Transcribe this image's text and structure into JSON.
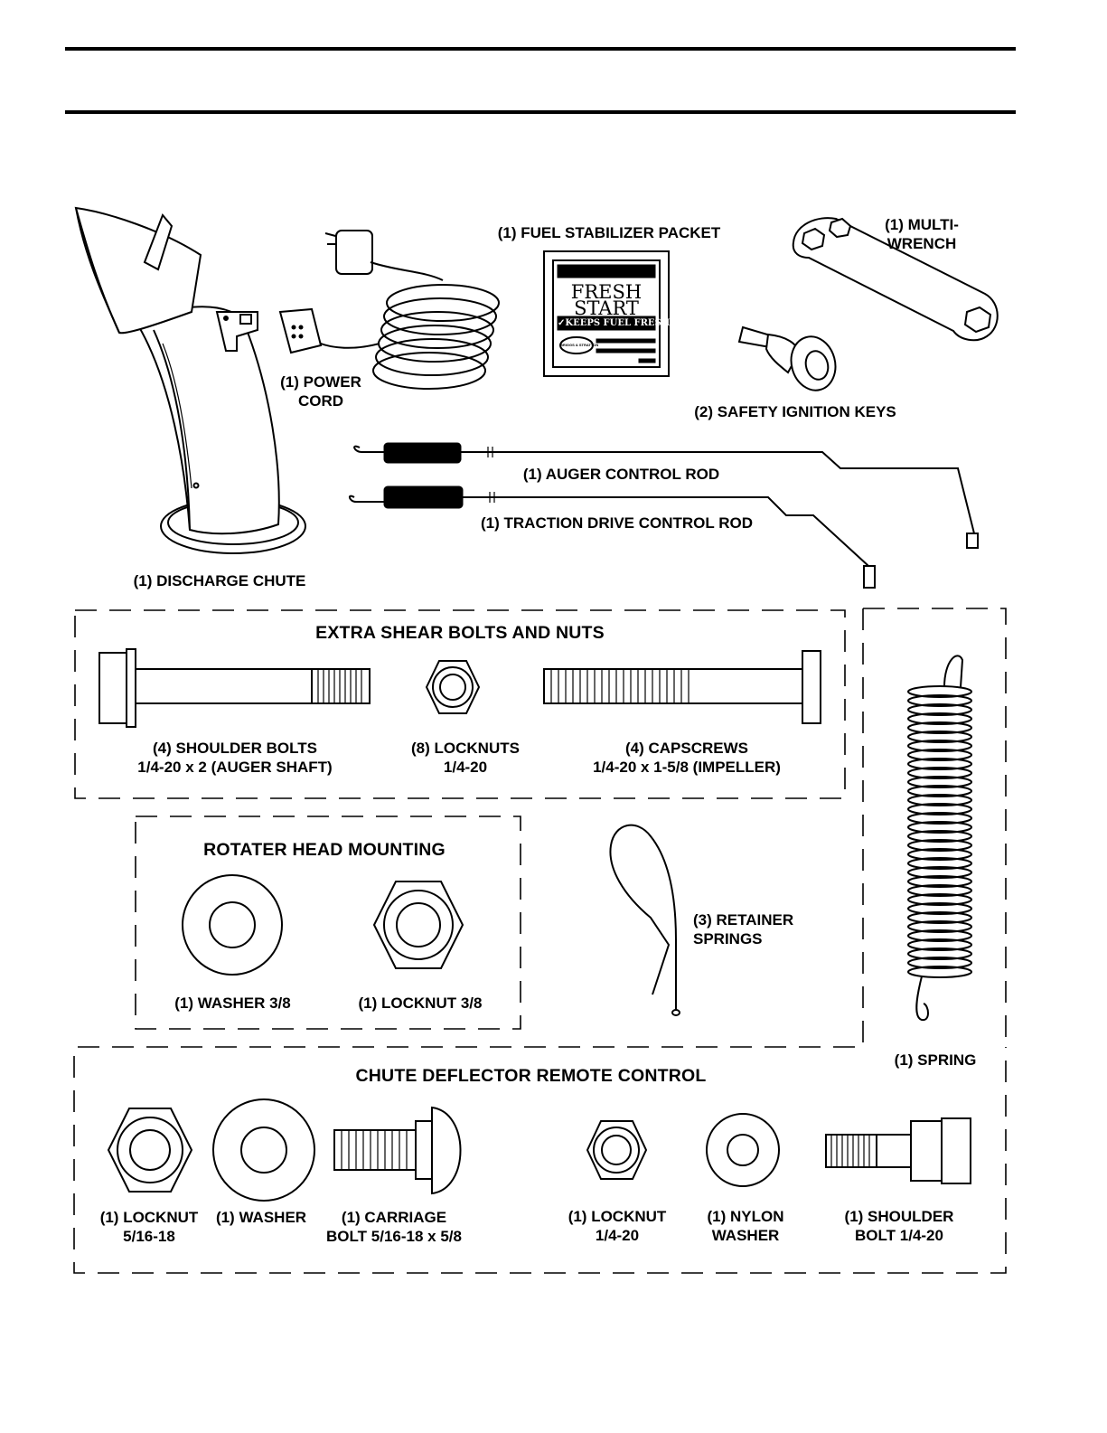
{
  "parts": {
    "discharge_chute": "(1) DISCHARGE CHUTE",
    "power_cord": [
      "(1) POWER",
      "CORD"
    ],
    "fuel_stabilizer": "(1) FUEL STABILIZER PACKET",
    "packet": {
      "line1": "FRESH",
      "line2": "START",
      "tagline": "✓KEEPS FUEL FRESH",
      "brand": "BRIGGS & STRATTON"
    },
    "multi_wrench": [
      "(1) MULTI-",
      "WRENCH"
    ],
    "ignition_keys": "(2) SAFETY IGNITION KEYS",
    "auger_rod": "(1) AUGER CONTROL ROD",
    "traction_rod": "(1) TRACTION DRIVE CONTROL ROD",
    "spring": "(1) SPRING",
    "retainer_springs": [
      "(3) RETAINER",
      "SPRINGS"
    ]
  },
  "shear_section": {
    "title": "EXTRA SHEAR BOLTS AND NUTS",
    "shoulder_bolts": [
      "(4) SHOULDER BOLTS",
      "1/4-20 x 2 (AUGER SHAFT)"
    ],
    "locknuts": [
      "(8) LOCKNUTS",
      "1/4-20"
    ],
    "capscrews": [
      "(4) CAPSCREWS",
      "1/4-20 x 1-5/8 (IMPELLER)"
    ]
  },
  "rotater_section": {
    "title": "ROTATER HEAD MOUNTING",
    "washer": "(1) WASHER  3/8",
    "locknut": "(1) LOCKNUT  3/8"
  },
  "chute_section": {
    "title": "CHUTE DEFLECTOR REMOTE CONTROL",
    "locknut_516": [
      "(1) LOCKNUT",
      "5/16-18"
    ],
    "washer": "(1) WASHER",
    "carriage_bolt": [
      "(1) CARRIAGE",
      "BOLT  5/16-18 x 5/8"
    ],
    "locknut_14": [
      "(1) LOCKNUT",
      "1/4-20"
    ],
    "nylon_washer": [
      "(1) NYLON",
      "WASHER"
    ],
    "shoulder_bolt": [
      "(1) SHOULDER",
      "BOLT  1/4-20"
    ]
  }
}
